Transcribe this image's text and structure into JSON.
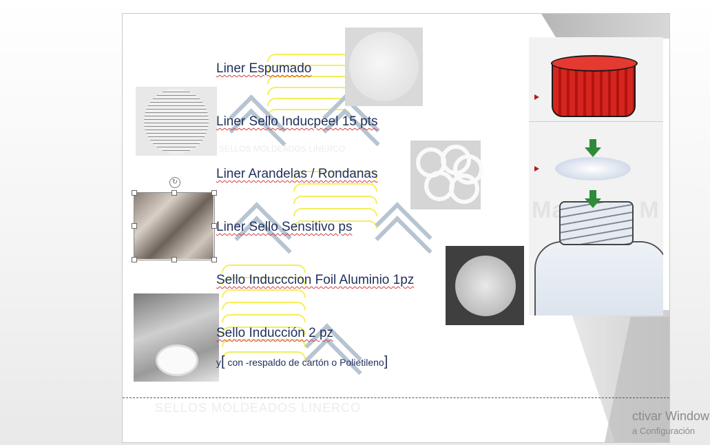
{
  "slide": {
    "items": [
      {
        "label": "Liner Espumado"
      },
      {
        "label": "Liner Sello Inducpeel 15 pts"
      },
      {
        "label": "Liner Arandelas / Rondanas"
      },
      {
        "label": "Liner Sello Sensitivo ps"
      },
      {
        "label": "Sello Inducccion Foil Aluminio 1pz"
      },
      {
        "label": "Sello Inducción 2 pz"
      }
    ],
    "sub_prefix": "y",
    "sub_bracket_open": "[",
    "sub_text": " con -respaldo de cartón o Polietileno",
    "sub_bracket_close": "]",
    "ghost_small": "SELLOS MOLDEADOS LINERCO",
    "ghost_title": "SELLOS MOLDEADOS LINERCO",
    "diagram_text": "Martinez M"
  },
  "watermark": {
    "line1": "ctivar Window",
    "line2": "a Configuración"
  },
  "colors": {
    "text": "#1f2f5b",
    "rings": "#f3ef5a",
    "chevrons": "#b7c4d2",
    "cap": "#d4261f",
    "arrow": "#2e8b3a"
  }
}
